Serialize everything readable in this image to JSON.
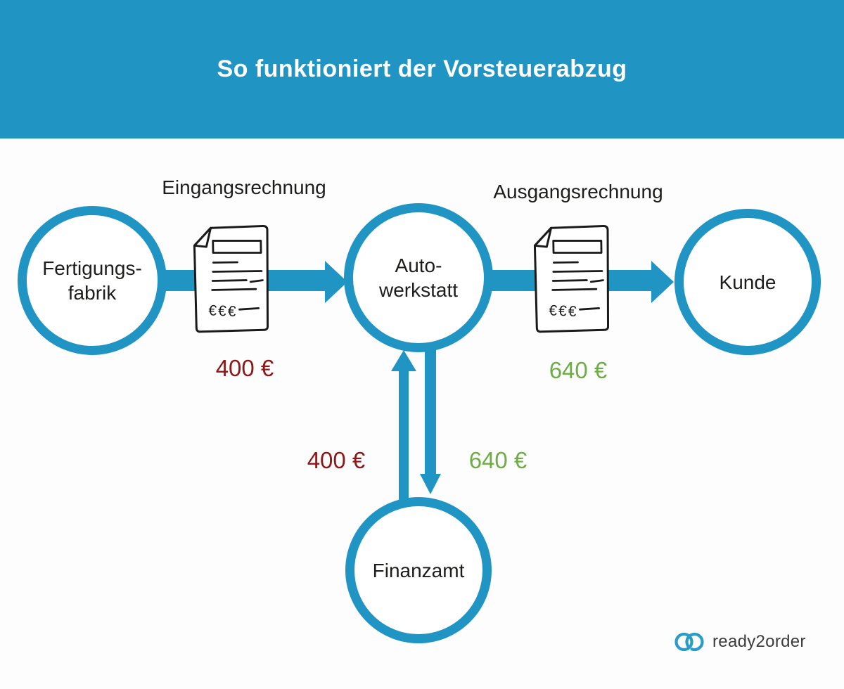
{
  "header": {
    "title": "So funktioniert der Vorsteuerabzug",
    "background": "#2095C4"
  },
  "colors": {
    "accent_blue": "#2095C4",
    "amount_red": "#8E1818",
    "amount_green": "#6EAC45",
    "text_dark": "#1D1D1B"
  },
  "diagram": {
    "nodes": {
      "factory": {
        "label": "Fertigungs-\nfabrik"
      },
      "workshop": {
        "label": "Auto-\nwerkstatt"
      },
      "customer": {
        "label": "Kunde"
      },
      "tax_office": {
        "label": "Finanzamt"
      }
    },
    "flows": {
      "incoming_invoice": {
        "label": "Eingangsrechnung",
        "amount": "400 €",
        "document_text": "€€€"
      },
      "outgoing_invoice": {
        "label": "Ausgangsrechnung",
        "amount": "640 €",
        "document_text": "€€€"
      },
      "vat_paid_to_office": {
        "amount": "400 €"
      },
      "vat_received_from_customer": {
        "amount": "640 €"
      }
    }
  },
  "footer": {
    "logo_text": "ready2order"
  }
}
